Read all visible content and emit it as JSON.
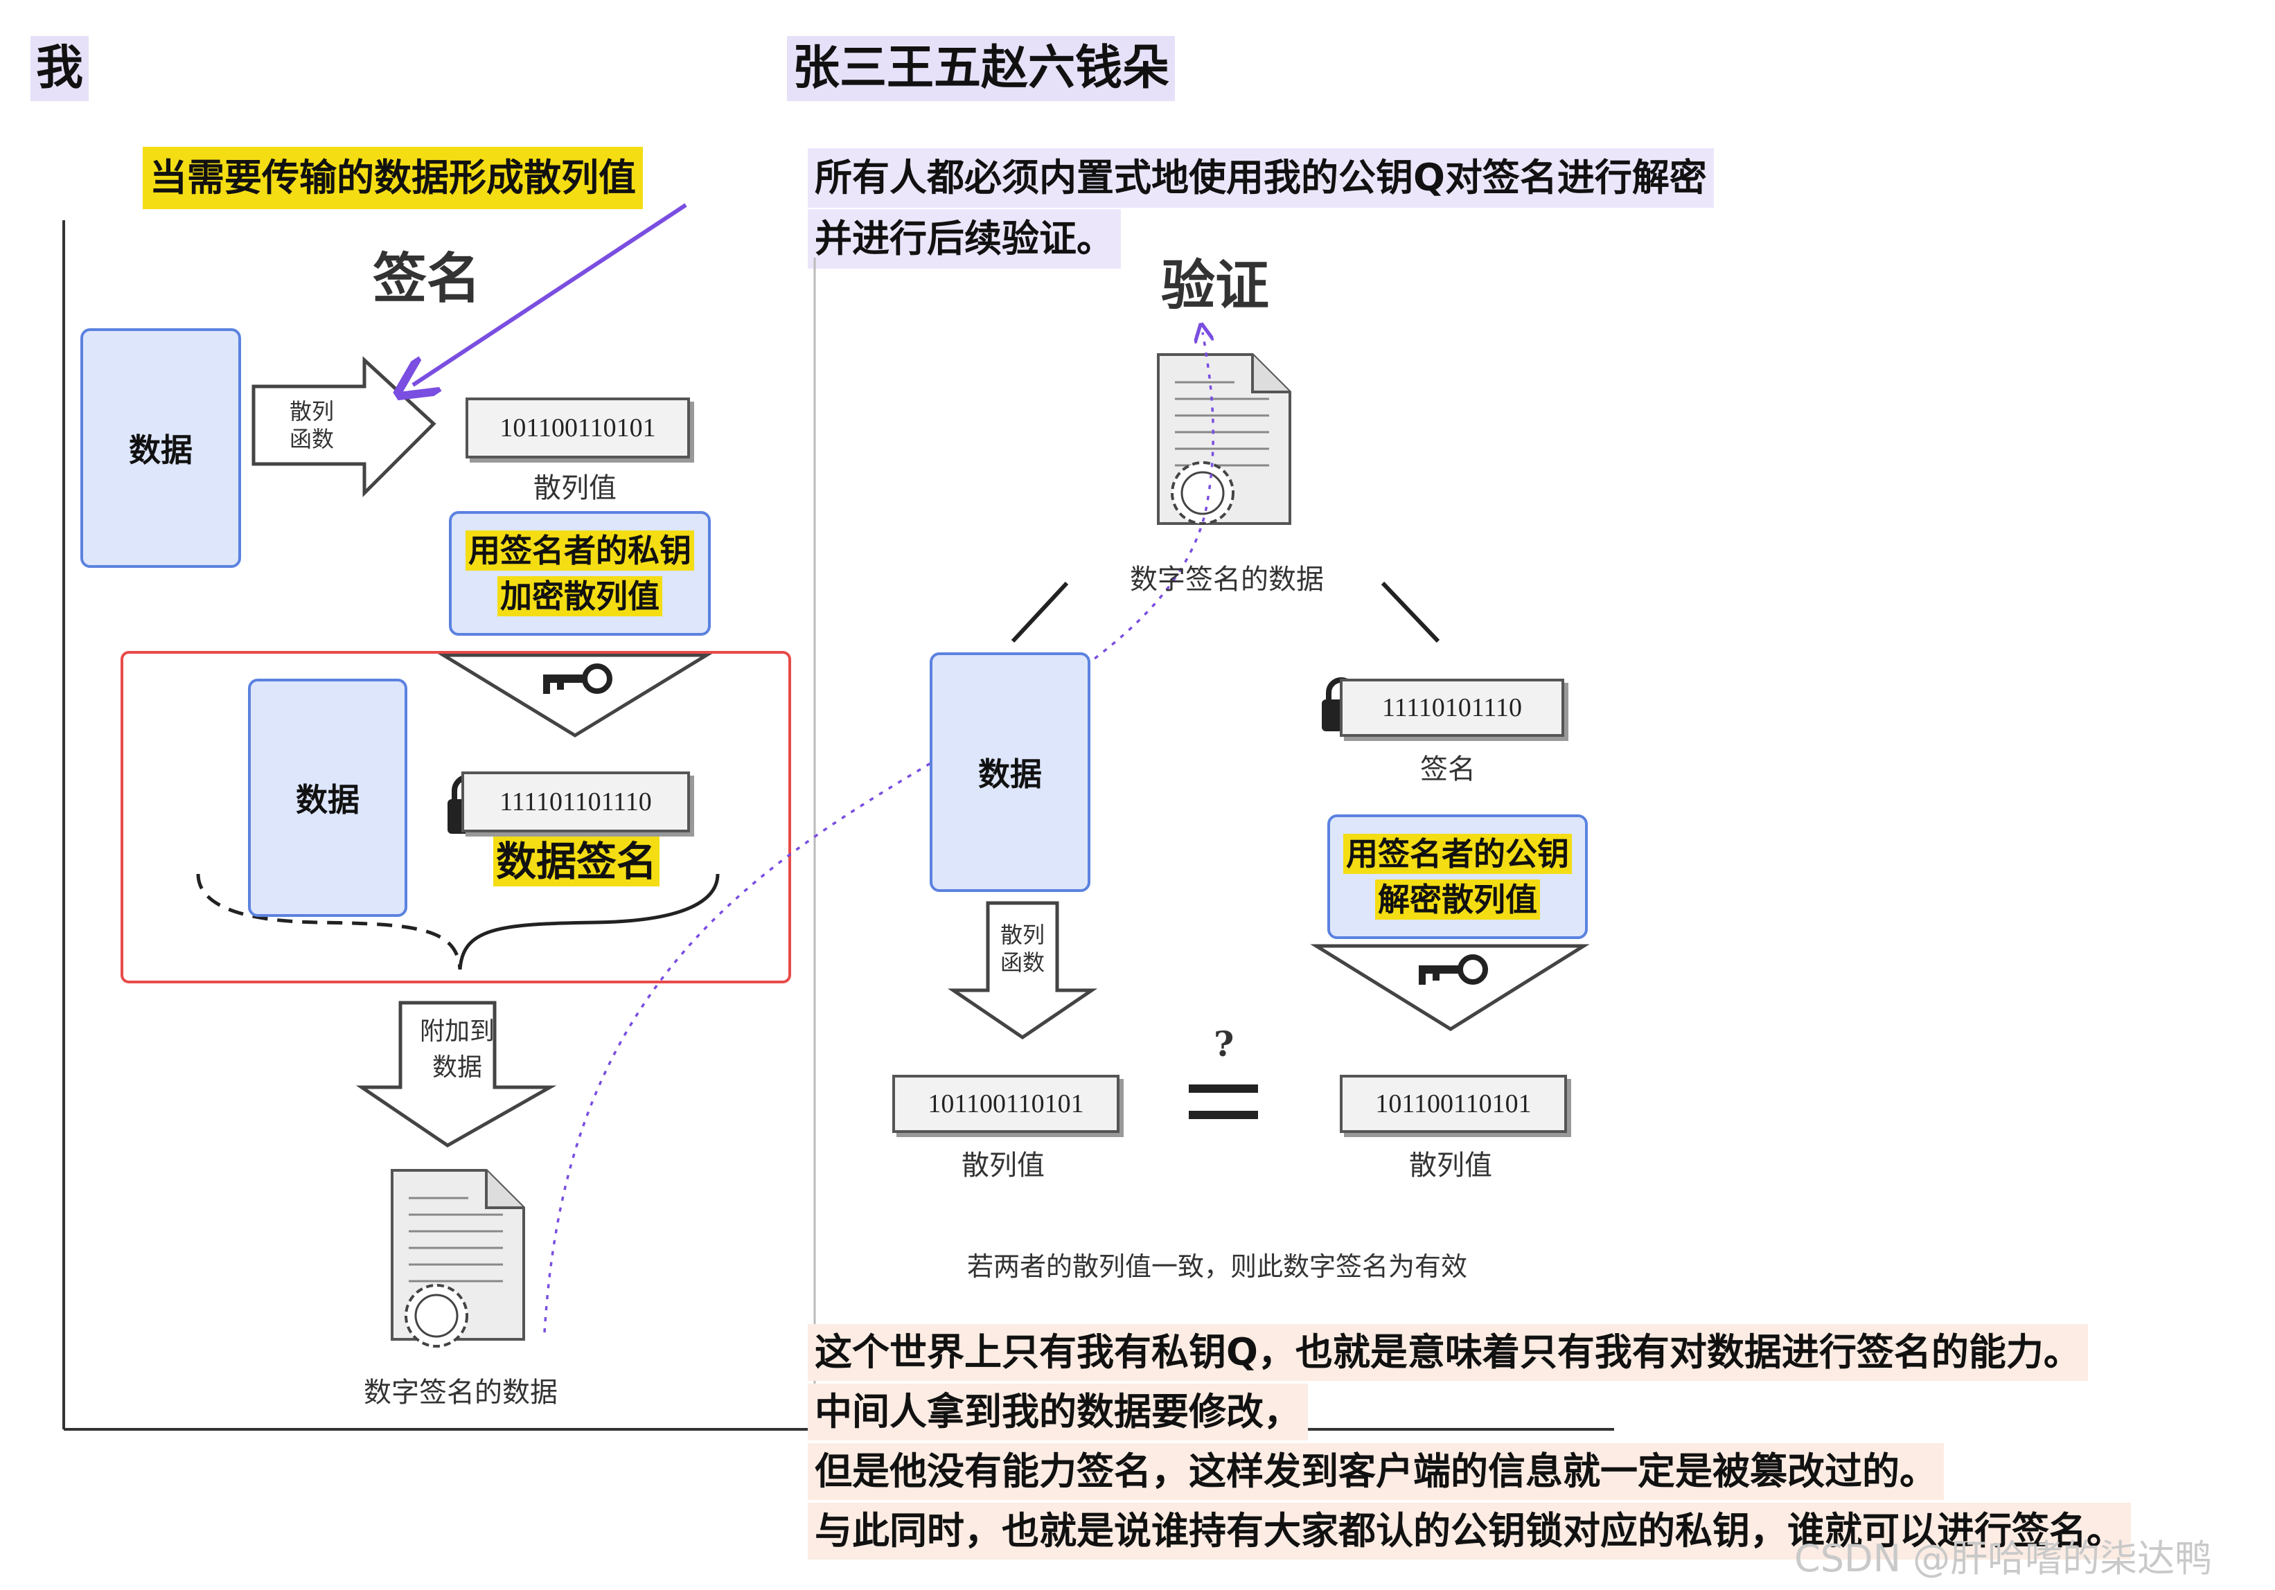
{
  "headers": {
    "left": "我",
    "right": "张三王五赵六钱朵"
  },
  "left_note": "当需要传输的数据形成散列值",
  "right_note": {
    "line1": "所有人都必须内置式地使用我的公钥Q对签名进行解密",
    "line2": "并进行后续验证。"
  },
  "sign_panel": {
    "title": "签名",
    "data_box": "数据",
    "hash_arrow": {
      "line1": "散列",
      "line2": "函数"
    },
    "hash_value": "101100110101",
    "hash_label": "散列值",
    "encrypt_callout": {
      "line1": "用签名者的私钥",
      "line2": "加密散列值"
    },
    "data_box2": "数据",
    "signature_value": "111101101110",
    "signature_label": "数据签名",
    "attach_arrow": {
      "line1": "附加到",
      "line2": "数据"
    },
    "signed_doc_label": "数字签名的数据"
  },
  "verify_panel": {
    "title": "验证",
    "signed_doc_label": "数字签名的数据",
    "data_box": "数据",
    "signature_value": "11110101110",
    "signature_label": "签名",
    "decrypt_callout": {
      "line1": "用签名者的公钥",
      "line2": "解密散列值"
    },
    "hash_arrow": {
      "line1": "散列",
      "line2": "函数"
    },
    "hash_left_value": "101100110101",
    "hash_left_label": "散列值",
    "question": "?",
    "hash_right_value": "101100110101",
    "hash_right_label": "散列值",
    "conclusion": "若两者的散列值一致，则此数字签名为有效"
  },
  "bottom_notes": [
    "这个世界上只有我有私钥Q，也就是意味着只有我有对数据进行签名的能力。",
    "中间人拿到我的数据要修改，",
    "但是他没有能力签名，这样发到客户端的信息就一定是被篡改过的。",
    "与此同时，也就是说谁持有大家都认的公钥锁对应的私钥，谁就可以进行签名。"
  ],
  "watermark": "CSDN @肝哈嗜的柒达鸭",
  "colors": {
    "purple_highlight": "#e6e0f8",
    "yellow_highlight": "#f4dd13",
    "peach_highlight": "#fcece3",
    "blue_box_fill": "#dde6fb",
    "blue_box_border": "#5b82e0",
    "red_frame": "#e84a4a",
    "annotation_arrow": "#7a4ee0"
  },
  "icons": [
    "arrow-icon",
    "key-icon",
    "lock-icon",
    "document-icon",
    "certificate-seal-icon",
    "equals-icon"
  ]
}
